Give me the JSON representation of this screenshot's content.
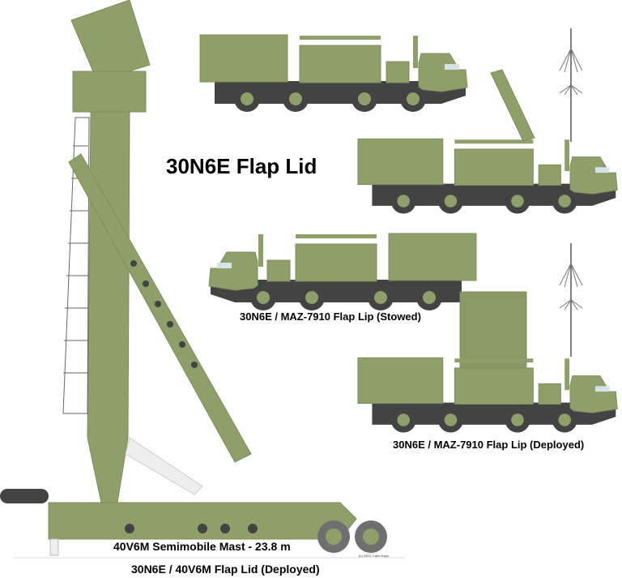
{
  "title": "30N6E Flap Lid",
  "captions": {
    "stowed": "30N6E / MAZ-7910 Flap Lip (Stowed)",
    "deployed": "30N6E / MAZ-7910 Flap Lip (Deployed)",
    "mast": "40V6M Semimobile Mast - 23.8 m",
    "main": "30N6E / 40V6M Flap Lid (Deployed)"
  },
  "copyright": "(c) 2003, Carlo Kopp",
  "colors": {
    "olive": "#8f9f6a",
    "dark": "#434343",
    "glass": "#d3e3e6"
  }
}
